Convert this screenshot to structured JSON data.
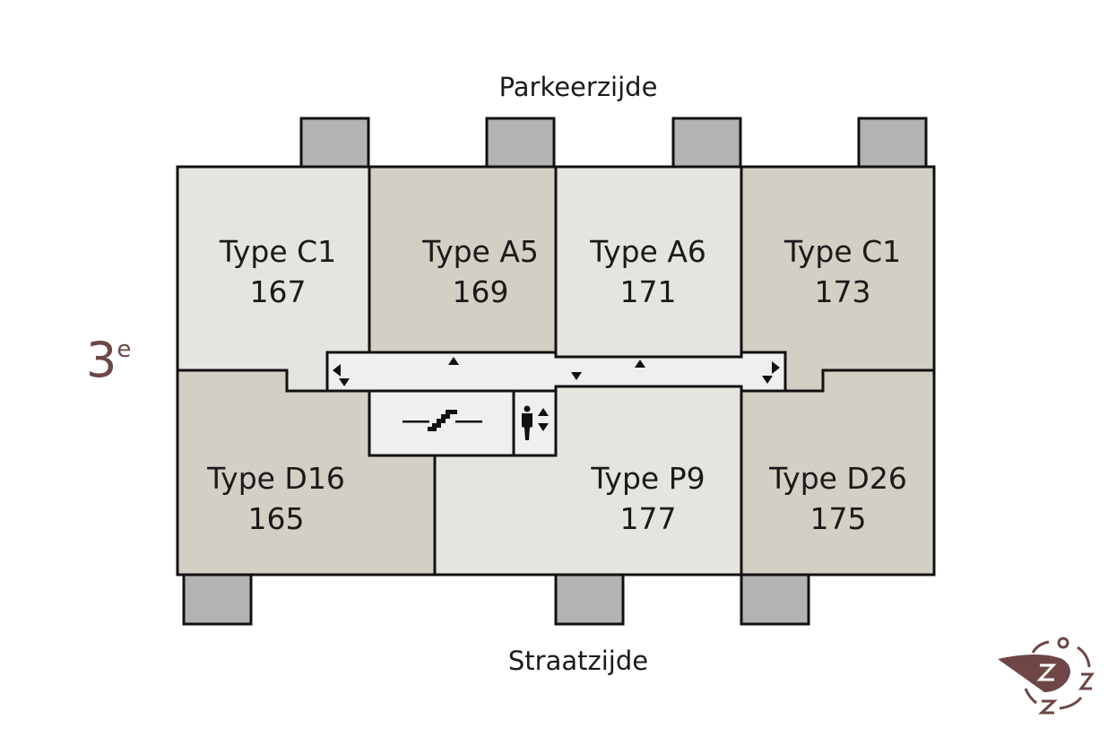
{
  "floor": {
    "number": "3",
    "suffix": "e"
  },
  "sides": {
    "top": "Parkeerzijde",
    "bottom": "Straatzijde"
  },
  "units": [
    {
      "type": "Type C1",
      "number": "167"
    },
    {
      "type": "Type A5",
      "number": "169"
    },
    {
      "type": "Type A6",
      "number": "171"
    },
    {
      "type": "Type C1",
      "number": "173"
    },
    {
      "type": "Type D16",
      "number": "165"
    },
    {
      "type": "Type P9",
      "number": "177"
    },
    {
      "type": "Type D26",
      "number": "175"
    }
  ],
  "icons": [
    "stairs-icon",
    "elevator-icon",
    "compass-icon"
  ],
  "colors": {
    "light_unit": "#e6e4df",
    "dark_unit": "#d3cfc5",
    "corridor": "#efefef",
    "balcony": "#b3b3b3",
    "accent": "#6e4646"
  }
}
